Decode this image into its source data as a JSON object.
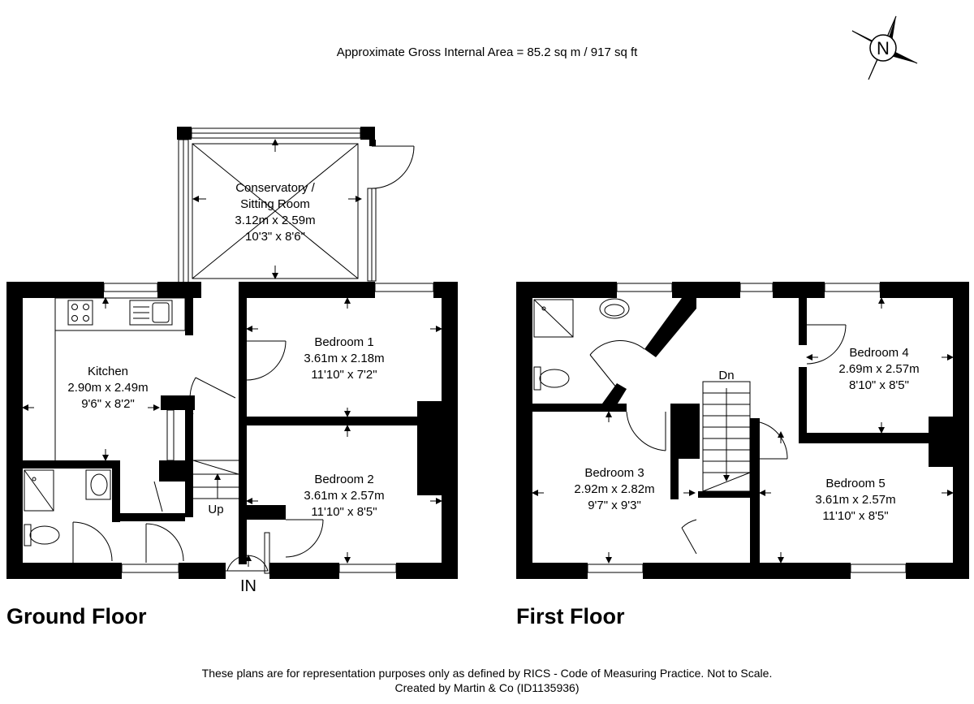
{
  "header": {
    "area_text": "Approximate Gross Internal Area = 85.2 sq m / 917 sq ft"
  },
  "compass": {
    "label": "N"
  },
  "ground_floor": {
    "title": "Ground Floor",
    "entrance_label": "IN",
    "stairs_label": "Up",
    "rooms": [
      {
        "name_line1": "Conservatory /",
        "name_line2": "Sitting Room",
        "metric": "3.12m x 2.59m",
        "imperial": "10'3\" x 8'6\""
      },
      {
        "name": "Kitchen",
        "metric": "2.90m x 2.49m",
        "imperial": "9'6\" x 8'2\""
      },
      {
        "name": "Bedroom 1",
        "metric": "3.61m x 2.18m",
        "imperial": "11'10\" x 7'2\""
      },
      {
        "name": "Bedroom 2",
        "metric": "3.61m x 2.57m",
        "imperial": "11'10\" x 8'5\""
      }
    ]
  },
  "first_floor": {
    "title": "First Floor",
    "stairs_label": "Dn",
    "rooms": [
      {
        "name": "Bedroom 3",
        "metric": "2.92m x 2.82m",
        "imperial": "9'7\" x 9'3\""
      },
      {
        "name": "Bedroom 4",
        "metric": "2.69m x 2.57m",
        "imperial": "8'10\" x 8'5\""
      },
      {
        "name": "Bedroom 5",
        "metric": "3.61m x 2.57m",
        "imperial": "11'10\" x 8'5\""
      }
    ]
  },
  "footer": {
    "line1": "These plans are for representation purposes only as defined by RICS - Code of Measuring Practice. Not to Scale.",
    "line2": "Created by Martin & Co (ID1135936)"
  }
}
